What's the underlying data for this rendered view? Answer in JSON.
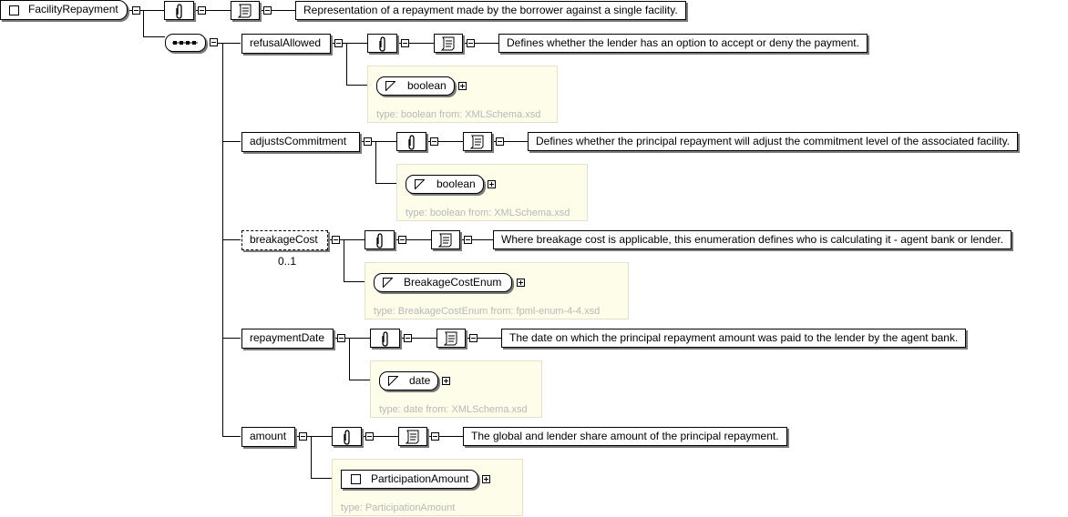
{
  "root": {
    "name": "FacilityRepayment",
    "documentation": "Representation of a repayment made by the borrower against a single facility."
  },
  "elements": [
    {
      "name": "refusalAllowed",
      "documentation": "Defines whether the lender has an option to accept or deny the payment.",
      "type_name": "boolean",
      "type_caption": "type: boolean from: XMLSchema.xsd"
    },
    {
      "name": "adjustsCommitment",
      "documentation": "Defines whether the principal repayment will adjust the commitment level of the associated facility.",
      "type_name": "boolean",
      "type_caption": "type: boolean from: XMLSchema.xsd"
    },
    {
      "name": "breakageCost",
      "cardinality": "0..1",
      "documentation": "Where breakage cost is applicable, this enumeration defines who is calculating it - agent bank or lender.",
      "type_name": "BreakageCostEnum",
      "type_caption": "type: BreakageCostEnum from: fpml-enum-4-4.xsd"
    },
    {
      "name": "repaymentDate",
      "documentation": "The date on which the principal repayment amount was paid to the lender by the agent bank.",
      "type_name": "date",
      "type_caption": "type: date from: XMLSchema.xsd"
    },
    {
      "name": "amount",
      "documentation": "The global and lender share amount of the principal repayment.",
      "type_name": "ParticipationAmount",
      "type_caption": "type: ParticipationAmount"
    }
  ]
}
